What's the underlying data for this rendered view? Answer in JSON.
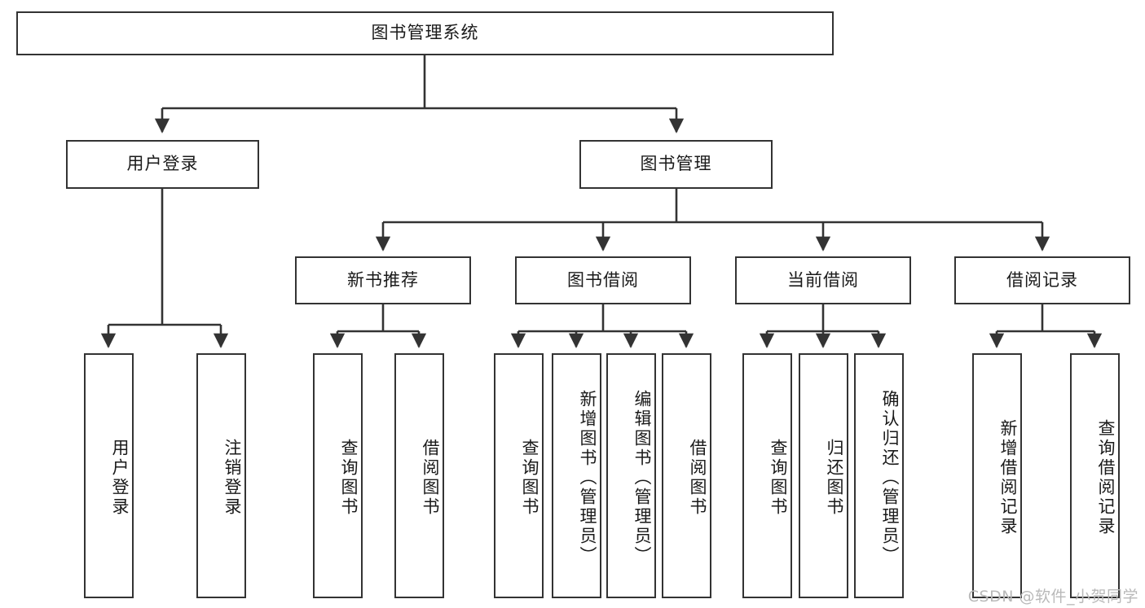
{
  "diagram": {
    "title": "图书管理系统",
    "type": "tree-hierarchy",
    "colors": {
      "stroke": "#333333",
      "fill": "#ffffff",
      "text": "#1a1a1a",
      "watermark": "#b9b9b9"
    },
    "levels": {
      "root": {
        "label": "图书管理系统"
      },
      "level2": [
        {
          "label": "用户登录"
        },
        {
          "label": "图书管理"
        }
      ],
      "level3": [
        {
          "label": "新书推荐"
        },
        {
          "label": "图书借阅"
        },
        {
          "label": "当前借阅"
        },
        {
          "label": "借阅记录"
        }
      ],
      "leaves": [
        {
          "label": "用户登录",
          "parent": "用户登录"
        },
        {
          "label": "注销登录",
          "parent": "用户登录"
        },
        {
          "label": "查询图书",
          "parent": "新书推荐"
        },
        {
          "label": "借阅图书",
          "parent": "新书推荐"
        },
        {
          "label": "查询图书",
          "parent": "图书借阅"
        },
        {
          "label": "新增图书（管理员）",
          "parent": "图书借阅"
        },
        {
          "label": "编辑图书（管理员）",
          "parent": "图书借阅"
        },
        {
          "label": "借阅图书",
          "parent": "图书借阅"
        },
        {
          "label": "查询图书",
          "parent": "当前借阅"
        },
        {
          "label": "归还图书",
          "parent": "当前借阅"
        },
        {
          "label": "确认归还（管理员）",
          "parent": "当前借阅"
        },
        {
          "label": "新增借阅记录",
          "parent": "借阅记录"
        },
        {
          "label": "查询借阅记录",
          "parent": "借阅记录"
        }
      ]
    }
  },
  "watermark": {
    "text": "CSDN @软件_小贺同学"
  }
}
